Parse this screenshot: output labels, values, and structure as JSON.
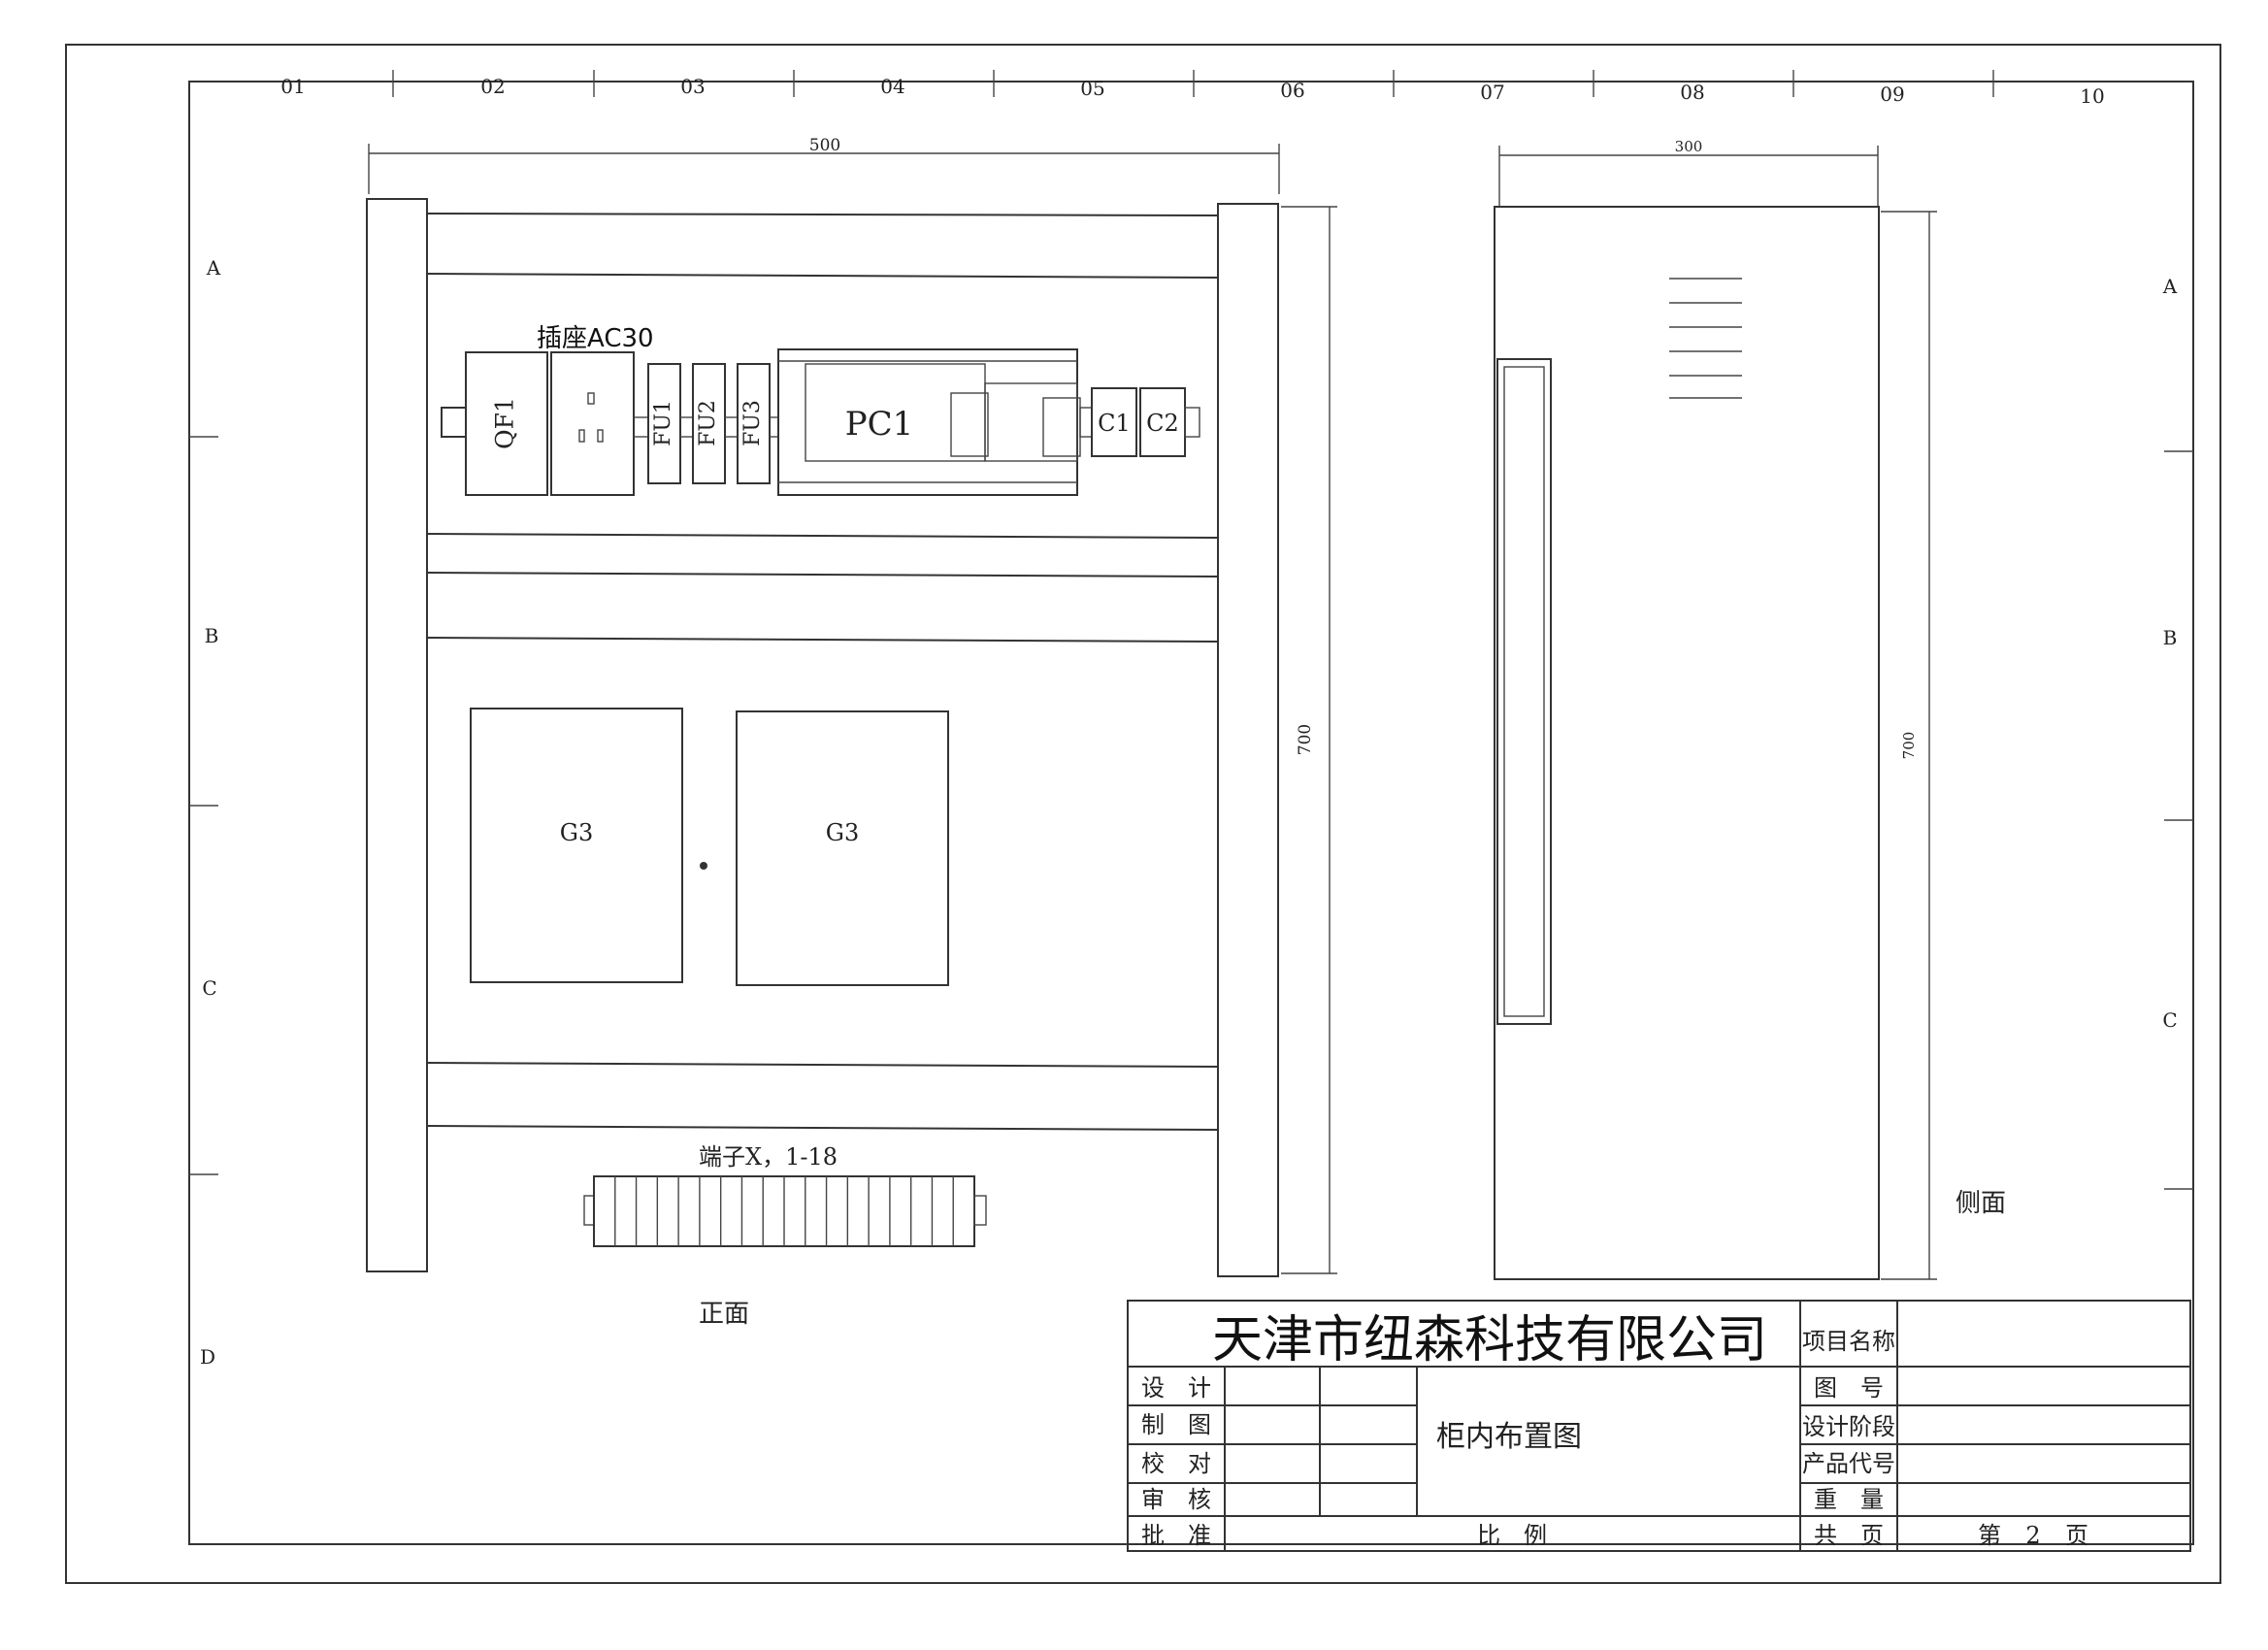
{
  "drawing": {
    "column_labels": [
      "01",
      "02",
      "03",
      "04",
      "05",
      "06",
      "07",
      "08",
      "09",
      "10"
    ],
    "row_labels": [
      "A",
      "B",
      "C",
      "D"
    ],
    "right_row_labels": [
      "A",
      "B",
      "C"
    ]
  },
  "front_view": {
    "width_dim": "500",
    "height_dim": "700",
    "socket_label": "插座AC30",
    "breaker": "QF1",
    "fuses": [
      "FU1",
      "FU2",
      "FU3"
    ],
    "plc": "PC1",
    "contactors": [
      "C1",
      "C2"
    ],
    "module_left": "G3",
    "module_right": "G3",
    "terminal_label": "端子X，1-18",
    "view_name": "正面"
  },
  "side_view": {
    "width_dim": "300",
    "height_dim": "700",
    "view_name": "侧面"
  },
  "title_block": {
    "company": "天津市纽森科技有限公司",
    "drawing_title": "柜内布置图",
    "roles": [
      "设　计",
      "制　图",
      "校　对",
      "审　核",
      "批　准"
    ],
    "scale_label": "比　例",
    "fields": [
      "项目名称",
      "图　号",
      "设计阶段",
      "产品代号",
      "重　量",
      "共　页"
    ],
    "sheet_label": "第",
    "sheet_number": "2",
    "sheet_unit": "页"
  }
}
